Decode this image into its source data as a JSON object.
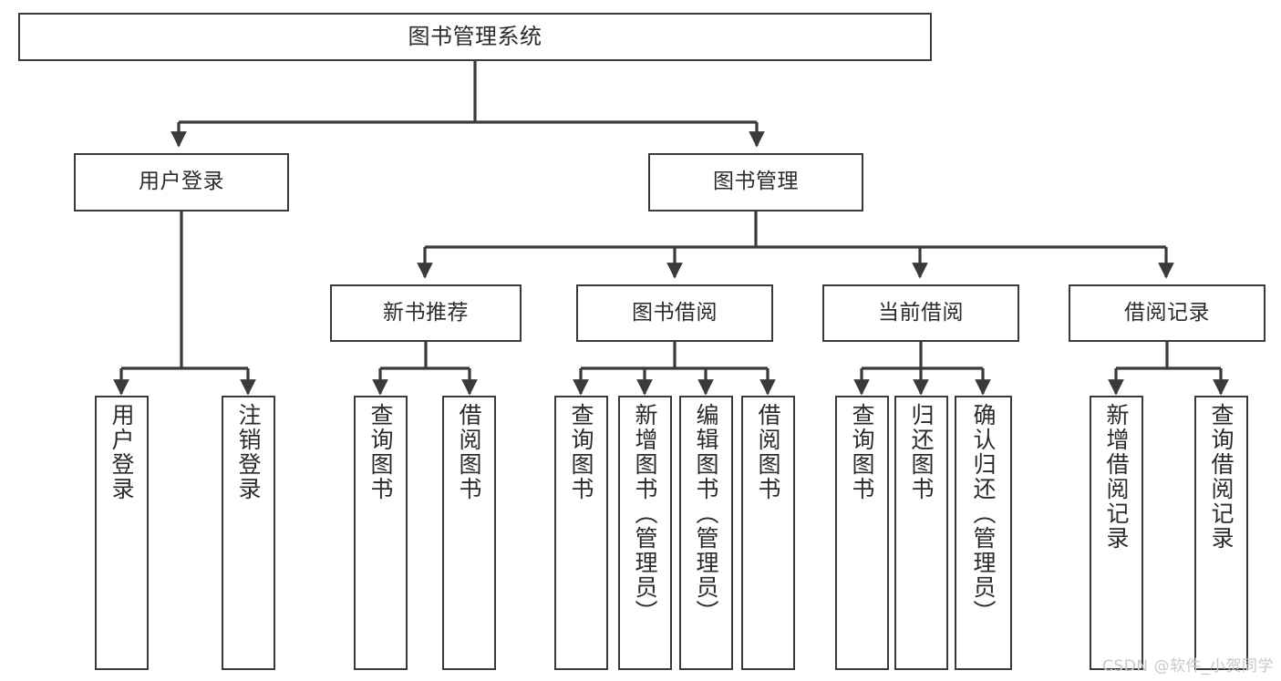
{
  "diagram": {
    "title": "图书管理系统",
    "type": "tree-hierarchy",
    "watermark": "CSDN @软件_小贺同学",
    "colors": {
      "box_border": "#3a3a3a",
      "box_fill": "#ffffff",
      "edge": "#3a3a3a",
      "text": "#2b2b2b",
      "watermark": "#c9c9c9",
      "background": "#ffffff"
    },
    "nodes": {
      "root": {
        "label": "图书管理系统"
      },
      "level2": [
        {
          "id": "user-login",
          "label": "用户登录"
        },
        {
          "id": "book-management",
          "label": "图书管理"
        }
      ],
      "level3": [
        {
          "id": "new-book-recommend",
          "label": "新书推荐"
        },
        {
          "id": "book-borrow",
          "label": "图书借阅"
        },
        {
          "id": "current-borrow",
          "label": "当前借阅"
        },
        {
          "id": "borrow-record",
          "label": "借阅记录"
        }
      ],
      "leaves": {
        "user-login": [
          {
            "id": "leaf-user-login",
            "label": "用户登录"
          },
          {
            "id": "leaf-logout-login",
            "label": "注销登录"
          }
        ],
        "new-book-recommend": [
          {
            "id": "leaf-query-book-1",
            "label": "查询图书"
          },
          {
            "id": "leaf-borrow-book-1",
            "label": "借阅图书"
          }
        ],
        "book-borrow": [
          {
            "id": "leaf-query-book-2",
            "label": "查询图书"
          },
          {
            "id": "leaf-add-book",
            "label": "新增图书（管理员）"
          },
          {
            "id": "leaf-edit-book",
            "label": "编辑图书（管理员）"
          },
          {
            "id": "leaf-borrow-book-2",
            "label": "借阅图书"
          }
        ],
        "current-borrow": [
          {
            "id": "leaf-query-book-3",
            "label": "查询图书"
          },
          {
            "id": "leaf-return-book",
            "label": "归还图书"
          },
          {
            "id": "leaf-confirm-return",
            "label": "确认归还（管理员）"
          }
        ],
        "borrow-record": [
          {
            "id": "leaf-add-borrow-record",
            "label": "新增借阅记录"
          },
          {
            "id": "leaf-query-borrow-record",
            "label": "查询借阅记录"
          }
        ]
      }
    }
  }
}
